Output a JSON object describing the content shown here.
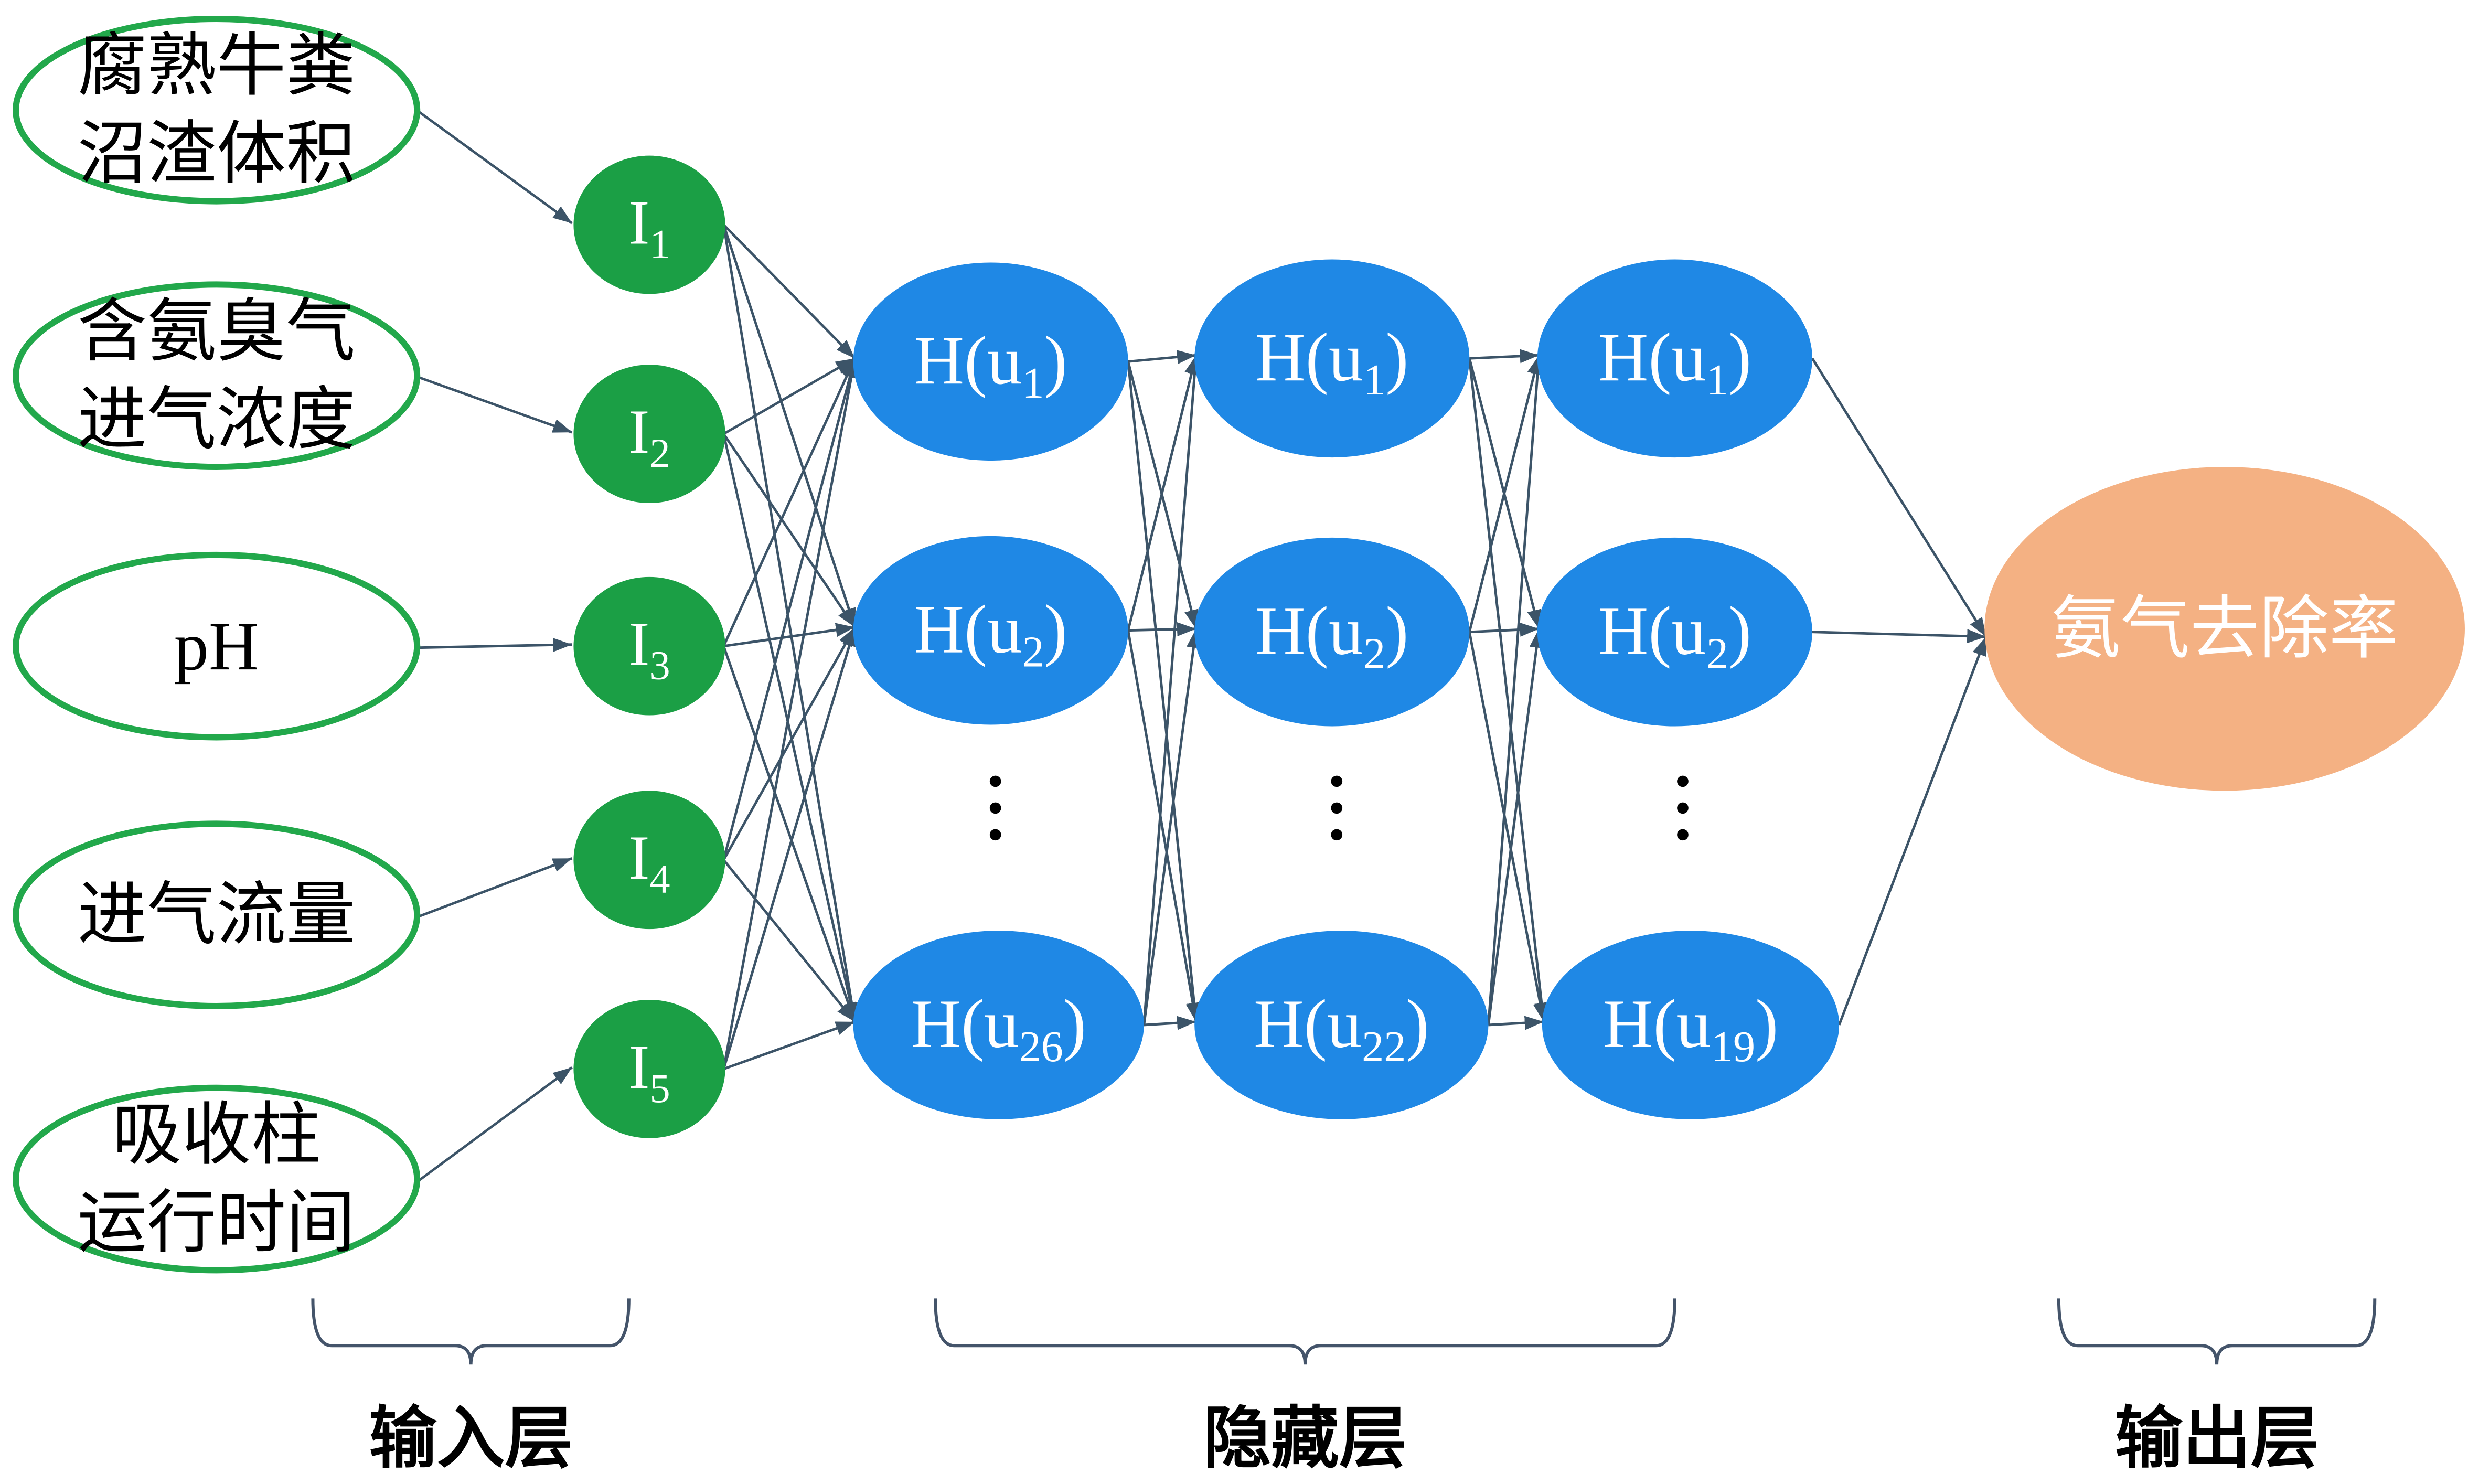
{
  "input_features": [
    {
      "lines": [
        "腐熟牛粪",
        "沼渣体积"
      ]
    },
    {
      "lines": [
        "含氨臭气",
        "进气浓度"
      ]
    },
    {
      "lines": [
        "pH"
      ]
    },
    {
      "lines": [
        "进气流量"
      ]
    },
    {
      "lines": [
        "吸收柱",
        "运行时间"
      ]
    }
  ],
  "input_nodes": [
    {
      "prefix": "I",
      "sub": "1"
    },
    {
      "prefix": "I",
      "sub": "2"
    },
    {
      "prefix": "I",
      "sub": "3"
    },
    {
      "prefix": "I",
      "sub": "4"
    },
    {
      "prefix": "I",
      "sub": "5"
    }
  ],
  "hidden_layers": [
    {
      "nodes": [
        {
          "prefix": "H(u",
          "sub": "1",
          "suffix": ")"
        },
        {
          "prefix": "H(u",
          "sub": "2",
          "suffix": ")"
        },
        {
          "prefix": "H(u",
          "sub": "26",
          "suffix": ")"
        }
      ]
    },
    {
      "nodes": [
        {
          "prefix": "H(u",
          "sub": "1",
          "suffix": ")"
        },
        {
          "prefix": "H(u",
          "sub": "2",
          "suffix": ")"
        },
        {
          "prefix": "H(u",
          "sub": "22",
          "suffix": ")"
        }
      ]
    },
    {
      "nodes": [
        {
          "prefix": "H(u",
          "sub": "1",
          "suffix": ")"
        },
        {
          "prefix": "H(u",
          "sub": "2",
          "suffix": ")"
        },
        {
          "prefix": "H(u",
          "sub": "19",
          "suffix": ")"
        }
      ]
    }
  ],
  "output_node": {
    "label": "氨气去除率"
  },
  "layer_labels": {
    "input": "输入层",
    "hidden": "隐藏层",
    "output": "输出层"
  },
  "colors": {
    "input_outline": "#22A84B",
    "input_node": "#1B9F45",
    "hidden_node": "#1F88E5",
    "output_node": "#F4B183",
    "arrow": "#3C5468",
    "bracket": "#44546A",
    "node_text": "#FFFFFF",
    "label_text": "#000000",
    "dots": "#000000"
  }
}
